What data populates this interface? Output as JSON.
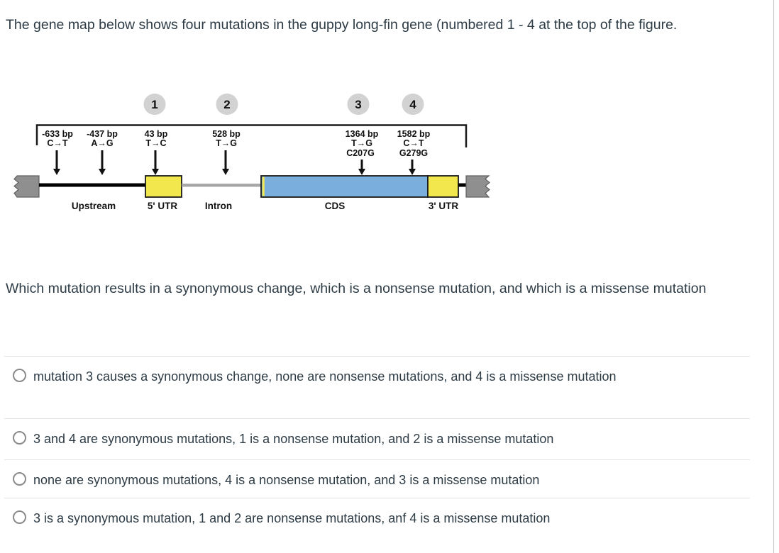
{
  "page": {
    "intro": "The gene map below shows four mutations in the guppy long-fin gene (numbered 1 - 4 at the top of the figure.",
    "question": "Which mutation results in a synonymous change, which is a nonsense mutation, and which is a missense mutation"
  },
  "figure": {
    "markers": [
      "1",
      "2",
      "3",
      "4"
    ],
    "mutations": [
      {
        "position": "-633 bp",
        "change": "C→T"
      },
      {
        "position": "-437 bp",
        "change": "A→G"
      },
      {
        "position": "43 bp",
        "change": "T→C"
      },
      {
        "position": "528 bp",
        "change": "T→G"
      },
      {
        "position": "1364 bp",
        "change": "T→G",
        "note": "C207G"
      },
      {
        "position": "1582 bp",
        "change": "C→T",
        "note": "G279G"
      }
    ],
    "regions": [
      "Upstream",
      "5' UTR",
      "Intron",
      "CDS",
      "3' UTR"
    ],
    "colors": {
      "utr_box": "#f2e84e",
      "cds_box": "#79aedd",
      "flank_box": "#8f8f8f",
      "marker_circle": "#d2d2d2",
      "intron_line": "#a8a8a8",
      "body_text": "#2d3b45"
    }
  },
  "options": [
    {
      "label": "mutation 3 causes a synonymous change, none are nonsense mutations, and 4 is a missense mutation"
    },
    {
      "label": "3 and 4 are synonymous mutations, 1 is a nonsense mutation, and 2 is a missense mutation"
    },
    {
      "label": "none are synonymous mutations, 4 is a nonsense mutation, and 3 is a missense mutation"
    },
    {
      "label": "3 is a synonymous mutation, 1 and 2 are nonsense mutations, anf 4 is a missense mutation"
    }
  ]
}
